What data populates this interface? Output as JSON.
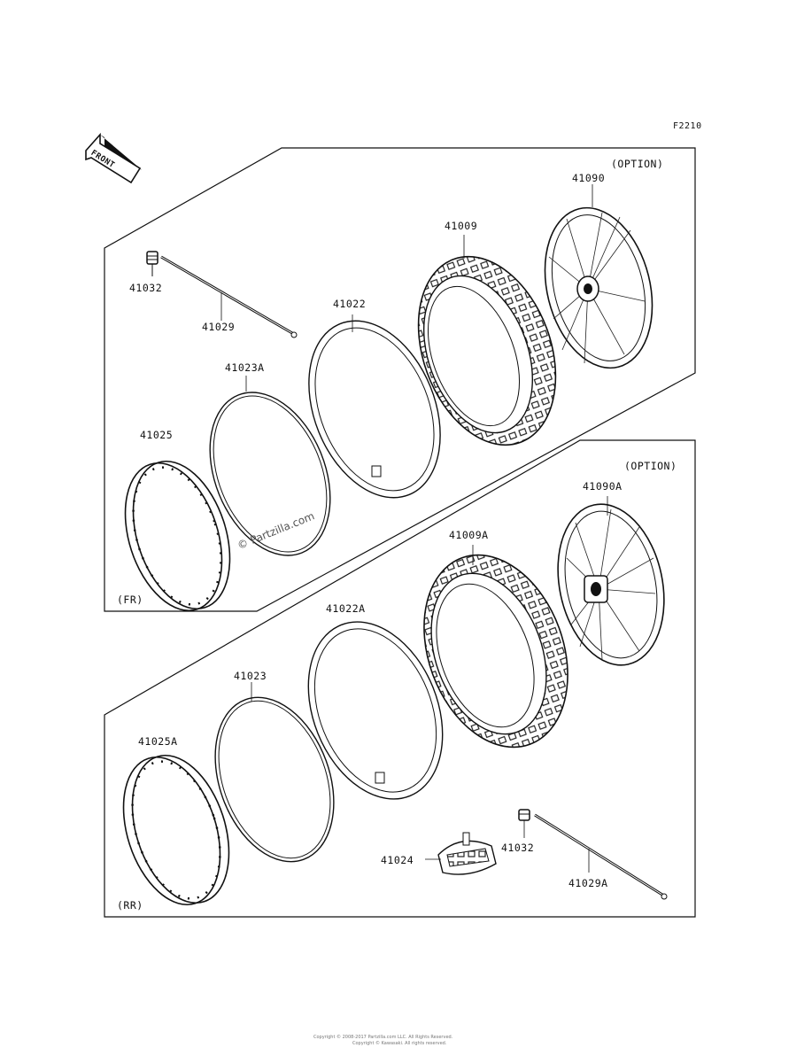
{
  "diagram": {
    "code": "F2210",
    "front_label": "FRONT",
    "option_front": "(OPTION)",
    "option_rear": "(OPTION)",
    "front_tag": "(FR)",
    "rear_tag": "(RR)",
    "watermark": "© Partzilla.com",
    "footer_line1": "Copyright © 2008-2017 Partzilla.com LLC. All Rights Reserved.",
    "footer_line2": "Copyright © Kawasaki. All rights reserved."
  },
  "parts": {
    "p41032_fr": "41032",
    "p41029": "41029",
    "p41022": "41022",
    "p41009": "41009",
    "p41090": "41090",
    "p41023A": "41023A",
    "p41025": "41025",
    "p41090A": "41090A",
    "p41009A": "41009A",
    "p41022A": "41022A",
    "p41023": "41023",
    "p41025A": "41025A",
    "p41024": "41024",
    "p41032_rr": "41032",
    "p41029A": "41029A"
  }
}
